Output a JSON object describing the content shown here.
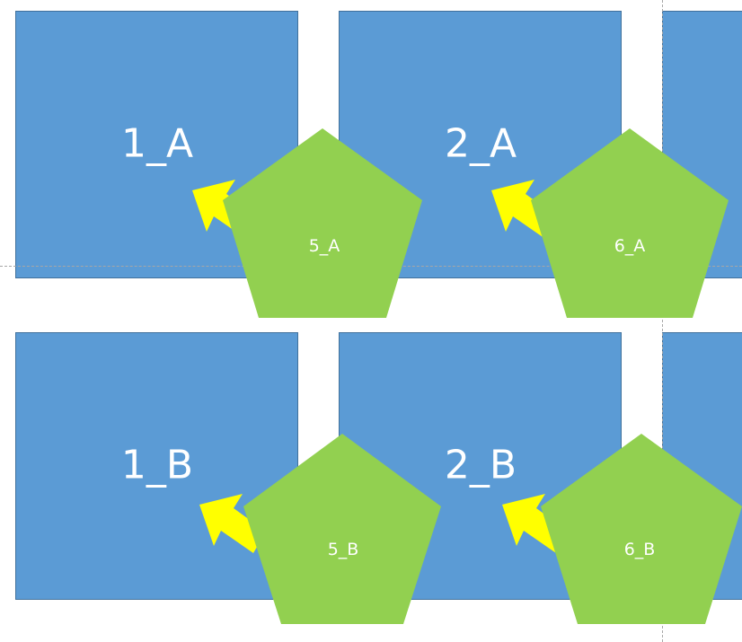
{
  "slides": {
    "row_a": {
      "card_1": "1_A",
      "card_2": "2_A",
      "pentagon_1": "5_A",
      "pentagon_2": "6_A"
    },
    "row_b": {
      "card_1": "1_B",
      "card_2": "2_B",
      "pentagon_1": "5_B",
      "pentagon_2": "6_B"
    }
  },
  "colors": {
    "rectangle_fill": "#5b9bd5",
    "rectangle_border": "#41719c",
    "pentagon_fill": "#92d050",
    "arrow_fill": "#ffff00",
    "label_text": "#ffffff",
    "guide_line": "#a6a6a6"
  },
  "icons": {
    "arrow": "up-left-arrow-icon",
    "pentagon": "pentagon-shape"
  }
}
